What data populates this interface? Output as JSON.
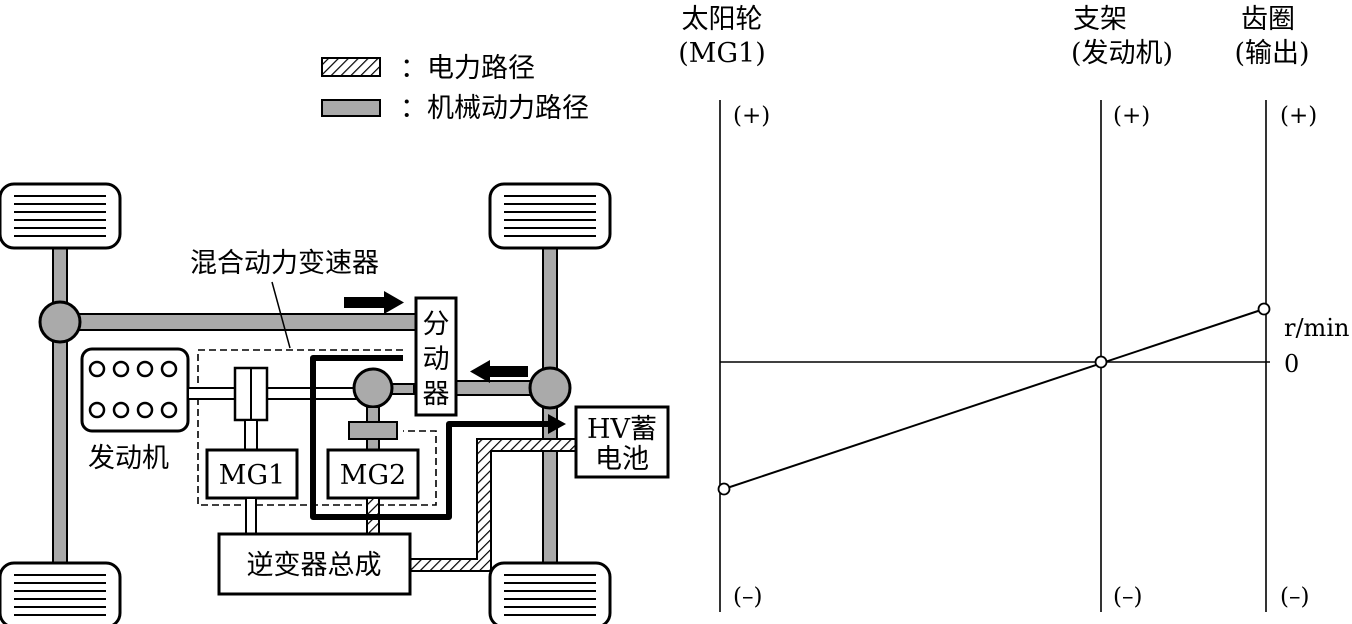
{
  "legend": {
    "electric_label": "：电力路径",
    "mechanical_label": "：机械动力路径"
  },
  "powertrain": {
    "transaxle_label": "混合动力变速器",
    "engine_label": "发动机",
    "mg1_label": "MG1",
    "mg2_label": "MG2",
    "split_device_lines": [
      "分",
      "动",
      "器"
    ],
    "battery_lines": [
      "HV蓄",
      "电池"
    ],
    "inverter_label": "逆变器总成"
  },
  "nomograph": {
    "axes": [
      {
        "name_lines": [
          "太阳轮",
          "(MG1)"
        ],
        "plus": "(+)",
        "minus": "(–)"
      },
      {
        "name_lines": [
          "支架",
          "(发动机)"
        ],
        "plus": "(+)",
        "minus": "(–)"
      },
      {
        "name_lines": [
          "齿圈",
          "(输出)"
        ],
        "plus": "(+)",
        "minus": "(–)"
      }
    ],
    "unit_label": "r/min",
    "zero_label": "0"
  },
  "colors": {
    "line": "#000000",
    "mechanical_fill": "#aaaaaa",
    "background": "#ffffff"
  }
}
